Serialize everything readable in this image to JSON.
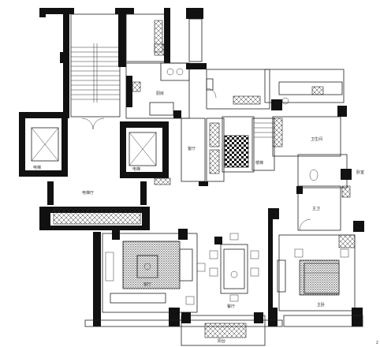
{
  "plan": {
    "room_labels": [
      "厨房",
      "客厅",
      "卫生间",
      "主卫",
      "卧室",
      "主卧",
      "餐厅",
      "电梯厅",
      "电梯",
      "电梯",
      "阳台",
      "楼梯"
    ],
    "corner_mark": "z"
  }
}
